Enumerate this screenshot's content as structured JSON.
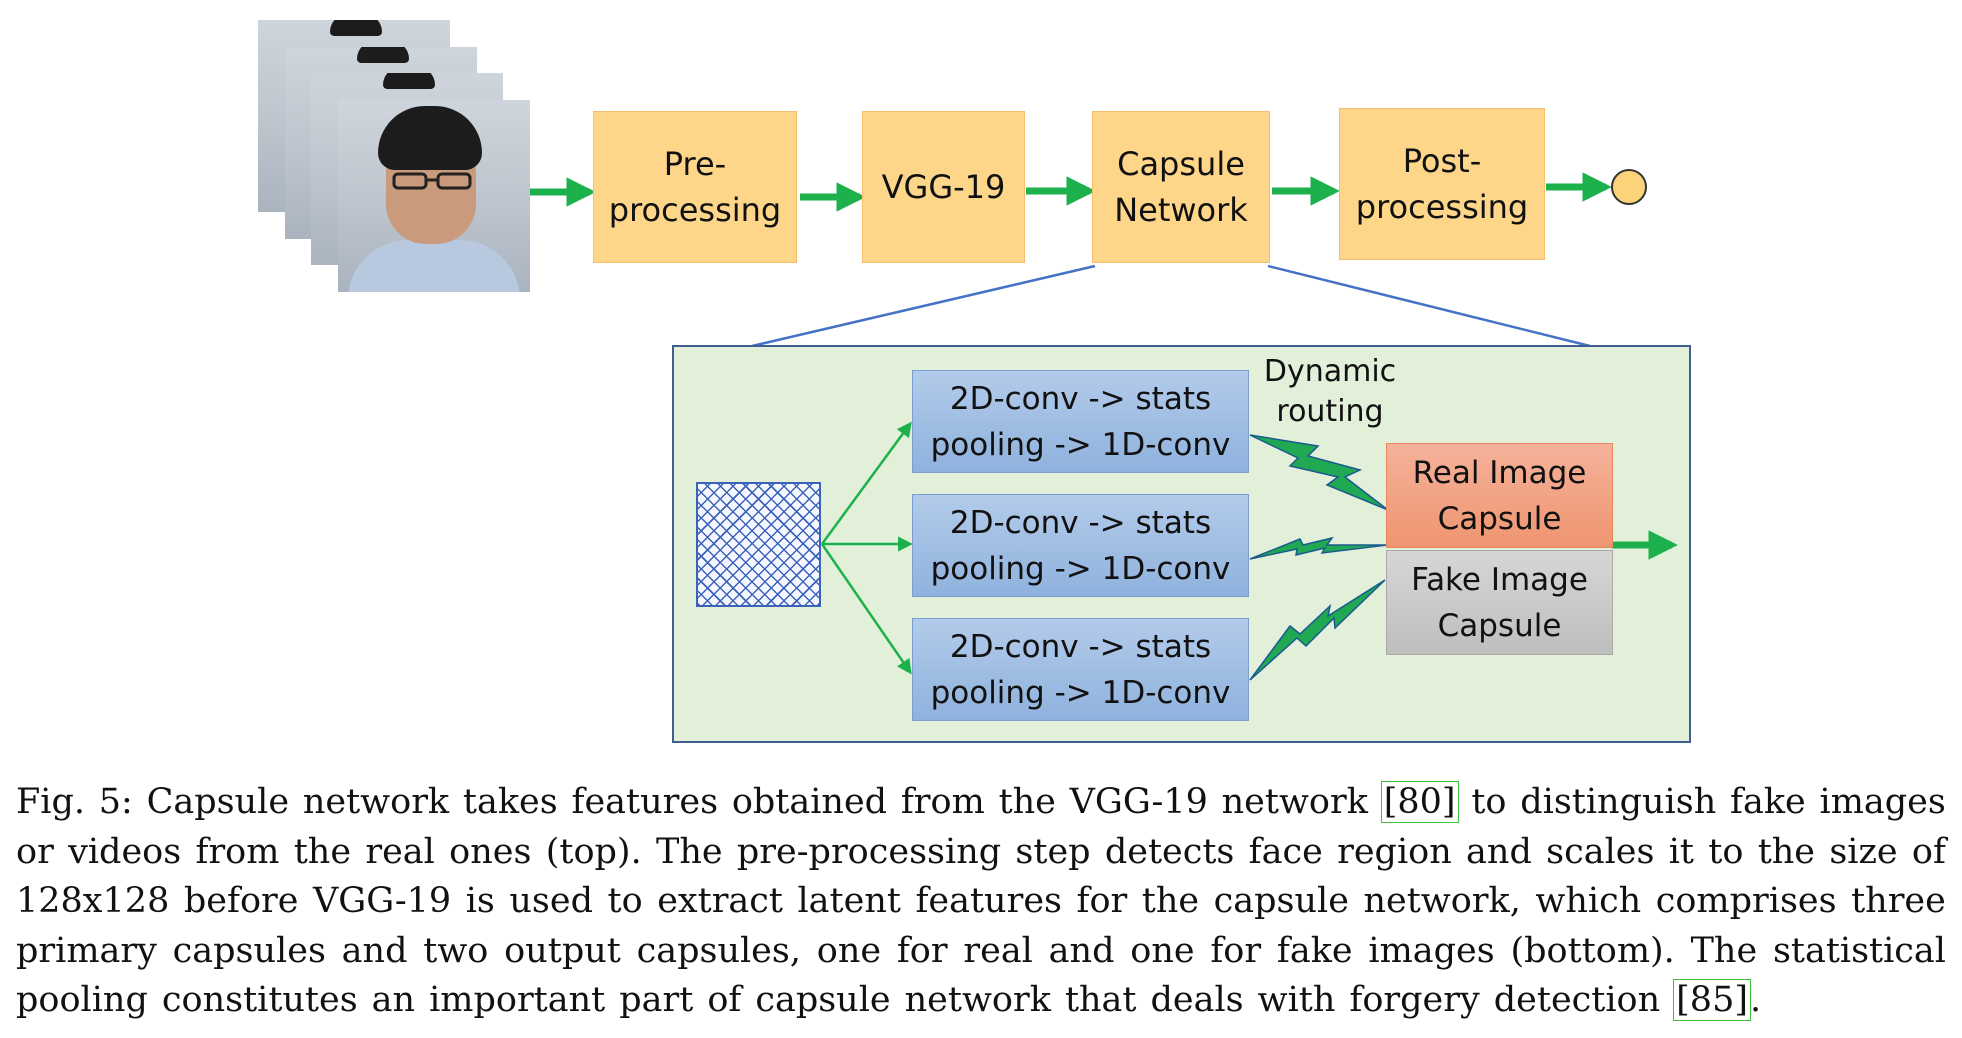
{
  "diagram": {
    "pipeline": {
      "preprocessing": [
        "Pre-",
        "processing"
      ],
      "vgg": "VGG-19",
      "capsule": [
        "Capsule",
        "Network"
      ],
      "postprocessing": [
        "Post-",
        "processing"
      ]
    },
    "detail": {
      "primary_capsules": [
        [
          "2D-conv -> stats",
          "pooling -> 1D-conv"
        ],
        [
          "2D-conv -> stats",
          "pooling -> 1D-conv"
        ],
        [
          "2D-conv -> stats",
          "pooling -> 1D-conv"
        ]
      ],
      "routing_label": [
        "Dynamic",
        "routing"
      ],
      "real_capsule": [
        "Real Image",
        "Capsule"
      ],
      "fake_capsule": [
        "Fake Image",
        "Capsule"
      ]
    }
  },
  "caption": {
    "lines": [
      [
        "Fig.",
        "5:",
        "Capsule",
        "network",
        "takes",
        "features",
        "obtained",
        "from",
        "the",
        "VGG-19",
        "network",
        "[80]",
        "to",
        "distinguish",
        "fake",
        "images"
      ],
      [
        "or",
        "videos",
        "from",
        "the",
        "real",
        "ones",
        "(top).",
        "The",
        "pre-processing",
        "step",
        "detects",
        "face",
        "region",
        "and",
        "scales",
        "it",
        "to",
        "the",
        "size",
        "of"
      ],
      [
        "128x128",
        "before",
        "VGG-19",
        "is",
        "used",
        "to",
        "extract",
        "latent",
        "features",
        "for",
        "the",
        "capsule",
        "network,",
        "which",
        "comprises",
        "three"
      ],
      [
        "primary",
        "capsules",
        "and",
        "two",
        "output",
        "capsules,",
        "one",
        "for",
        "real",
        "and",
        "one",
        "for",
        "fake",
        "images",
        "(bottom).",
        "The",
        "statistical"
      ],
      [
        "pooling",
        "constitutes",
        "an",
        "important",
        "part",
        "of",
        "capsule",
        "network",
        "that",
        "deals",
        "with",
        "forgery",
        "detection",
        "[85]."
      ]
    ]
  },
  "colors": {
    "arrow": "#1db14d",
    "box_orange": "#fdd68a",
    "panel_green": "#e2efd9",
    "panel_border": "#3f5f93",
    "box_blue": "#9dbde5",
    "real_capsule": "#f4a486",
    "fake_capsule": "#c9c9c9",
    "output_circle": "#fbd37a",
    "cite_outline": "#39c239"
  },
  "icons": [
    "face-photo-stack",
    "feature-map-grid",
    "lightning-routing",
    "output-circle"
  ]
}
